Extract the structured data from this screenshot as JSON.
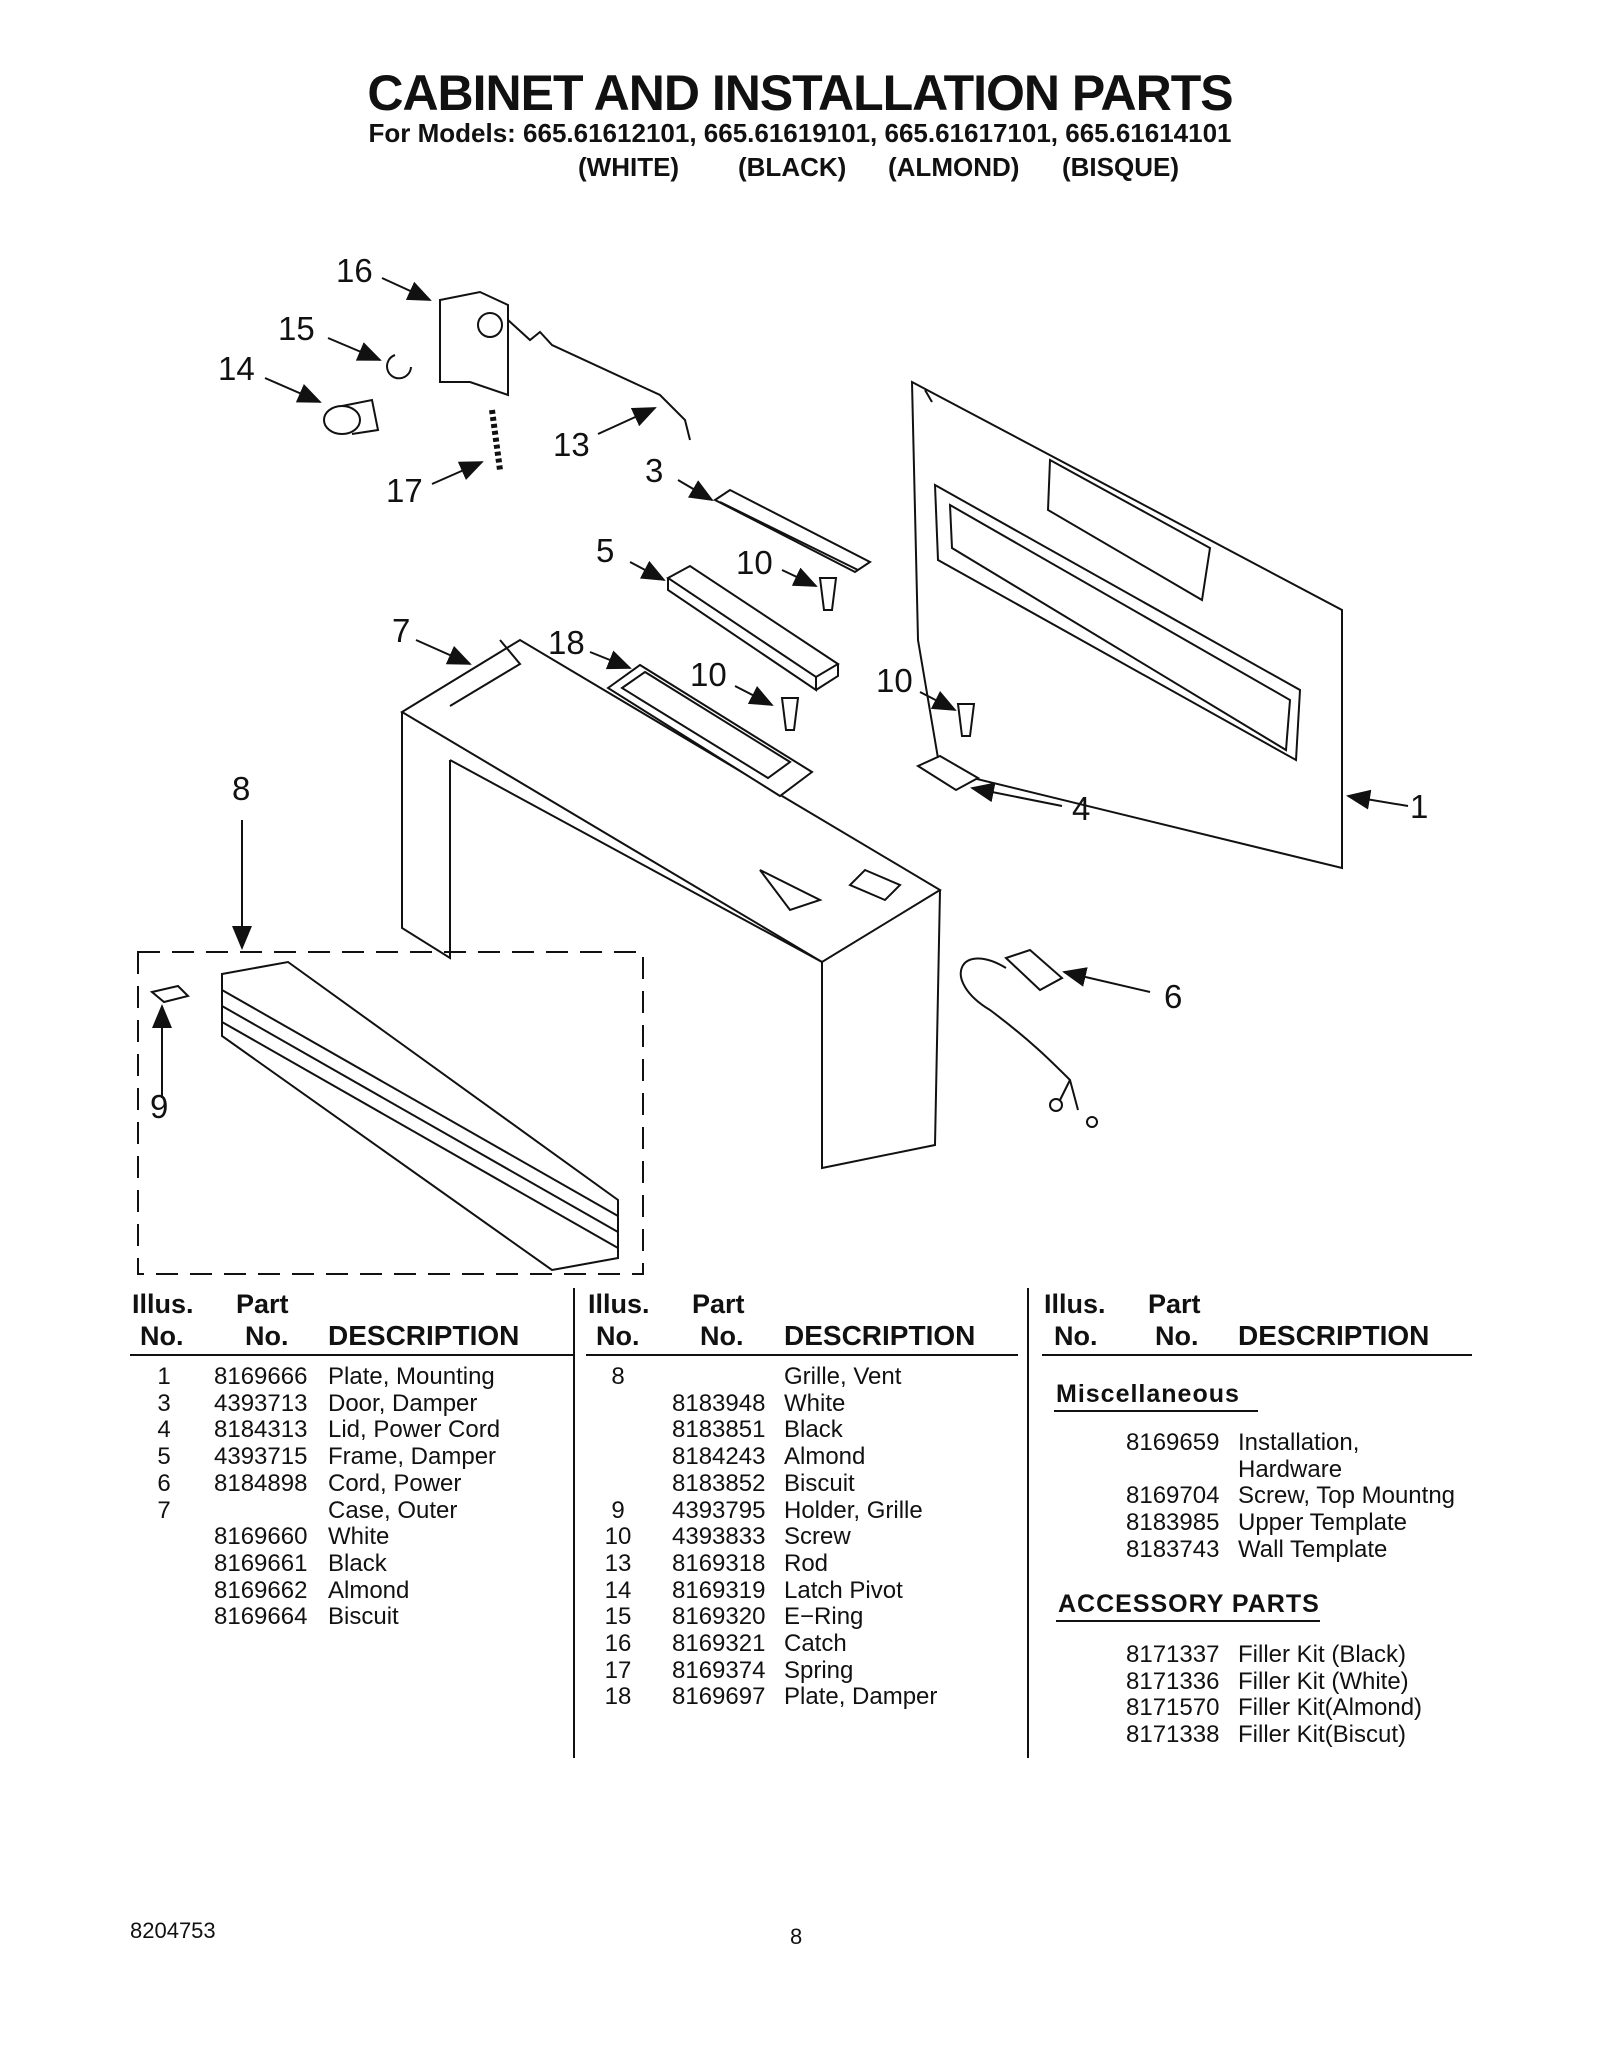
{
  "header": {
    "title": "CABINET AND INSTALLATION PARTS",
    "models": "For Models: 665.61612101, 665.61619101, 665.61617101, 665.61614101",
    "colors": [
      "(WHITE)",
      "(BLACK)",
      "(ALMOND)",
      "(BISQUE)"
    ]
  },
  "callouts": [
    "16",
    "15",
    "14",
    "13",
    "17",
    "3",
    "5",
    "10",
    "10",
    "10",
    "7",
    "18",
    "8",
    "4",
    "1",
    "6",
    "9"
  ],
  "columns": [
    {
      "head": {
        "illus": "Illus.",
        "part": "Part",
        "no1": "No.",
        "no2": "No.",
        "desc": "DESCRIPTION"
      },
      "rows": [
        {
          "illus": "1",
          "part": "8169666",
          "desc": "Plate, Mounting"
        },
        {
          "illus": "3",
          "part": "4393713",
          "desc": "Door, Damper"
        },
        {
          "illus": "4",
          "part": "8184313",
          "desc": "Lid, Power Cord"
        },
        {
          "illus": "5",
          "part": "4393715",
          "desc": "Frame, Damper"
        },
        {
          "illus": "6",
          "part": "8184898",
          "desc": "Cord, Power"
        },
        {
          "illus": "7",
          "part": "",
          "desc": "Case, Outer"
        },
        {
          "illus": "",
          "part": "8169660",
          "desc": "White"
        },
        {
          "illus": "",
          "part": "8169661",
          "desc": "Black"
        },
        {
          "illus": "",
          "part": "8169662",
          "desc": "Almond"
        },
        {
          "illus": "",
          "part": "8169664",
          "desc": "Biscuit"
        }
      ]
    },
    {
      "head": {
        "illus": "Illus.",
        "part": "Part",
        "no1": "No.",
        "no2": "No.",
        "desc": "DESCRIPTION"
      },
      "rows": [
        {
          "illus": "8",
          "part": "",
          "desc": "Grille, Vent"
        },
        {
          "illus": "",
          "part": "8183948",
          "desc": "White"
        },
        {
          "illus": "",
          "part": "8183851",
          "desc": "Black"
        },
        {
          "illus": "",
          "part": "8184243",
          "desc": "Almond"
        },
        {
          "illus": "",
          "part": "8183852",
          "desc": "Biscuit"
        },
        {
          "illus": "9",
          "part": "4393795",
          "desc": "Holder, Grille"
        },
        {
          "illus": "10",
          "part": "4393833",
          "desc": "Screw"
        },
        {
          "illus": "13",
          "part": "8169318",
          "desc": "Rod"
        },
        {
          "illus": "14",
          "part": "8169319",
          "desc": "Latch Pivot"
        },
        {
          "illus": "15",
          "part": "8169320",
          "desc": "E−Ring"
        },
        {
          "illus": "16",
          "part": "8169321",
          "desc": "Catch"
        },
        {
          "illus": "17",
          "part": "8169374",
          "desc": "Spring"
        },
        {
          "illus": "18",
          "part": "8169697",
          "desc": "Plate, Damper"
        }
      ]
    },
    {
      "head": {
        "illus": "Illus.",
        "part": "Part",
        "no1": "No.",
        "no2": "No.",
        "desc": "DESCRIPTION"
      },
      "misc_title": "Miscellaneous",
      "misc": [
        {
          "part": "8169659",
          "desc": "Installation,"
        },
        {
          "part": "",
          "desc": "Hardware"
        },
        {
          "part": "8169704",
          "desc": "Screw, Top Mountng"
        },
        {
          "part": "8183985",
          "desc": "Upper Template"
        },
        {
          "part": "8183743",
          "desc": "Wall Template"
        }
      ],
      "acc_title": "ACCESSORY PARTS",
      "accessory": [
        {
          "part": "8171337",
          "desc": "Filler Kit (Black)"
        },
        {
          "part": "8171336",
          "desc": "Filler Kit (White)"
        },
        {
          "part": "8171570",
          "desc": "Filler Kit(Almond)"
        },
        {
          "part": "8171338",
          "desc": "Filler Kit(Biscut)"
        }
      ]
    }
  ],
  "footer": {
    "doc_number": "8204753",
    "page": "8"
  }
}
